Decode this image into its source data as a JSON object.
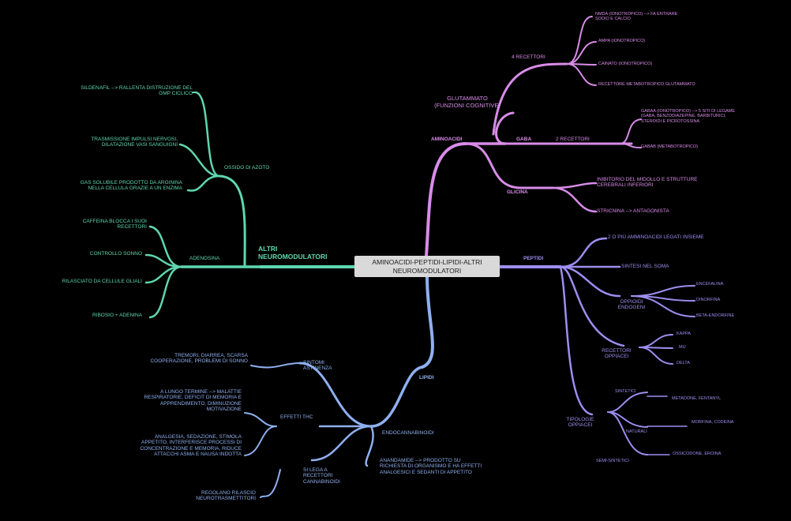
{
  "central": {
    "line1": "AMINOACIDI-PEPTIDI-LIPIDI-ALTRI",
    "line2": "NEUROMODULATORI"
  },
  "colors": {
    "green": "#5fd6b0",
    "pink": "#d88ce8",
    "purple": "#9d8ef0",
    "blue": "#8fb0f0",
    "background": "#000000"
  },
  "altri": {
    "title1": "ALTRI",
    "title2": "NEUROMODULATORI",
    "ossido": "OSSIDO DI AZOTO",
    "sildenafil1": "SILDENAFIL --> RALLENTA DISTRUZIONE DEL",
    "sildenafil2": "GMP CICLICO",
    "trasmissione1": "TRASMISSIONE IMPULSI NERVOSI,",
    "trasmissione2": "DILATAZIONE VASI SANGUIGNI",
    "gas1": "GAS SOLUBILE PRODOTTO DA ARGININA",
    "gas2": "NELLA CELLULA GRAZIE A UN ENZIMA",
    "adenosina": "ADENOSINA",
    "caffeina1": "CAFFEINA BLOCCA I SUOI",
    "caffeina2": "RECETTORI",
    "sonno": "CONTROLLO SONNO",
    "rilasciato": "RILASCIATO DA CELLULE GLIALI",
    "ribosio": "RIBOSIO + ADENINA"
  },
  "aminoacidi": {
    "title": "AMINOACIDI",
    "glutammato1": "GLUTAMMATO",
    "glutammato2": "(FUNZIONI COGNITIVE)",
    "recettori4": "4 RECETTORI",
    "nmda1": "NMDA (IONOTROPICO) --> FA ENTRARE",
    "nmda2": "SODIO E CALCIO",
    "ampa": "AMPA (IONOTROPICO)",
    "cainato": "CAINATO (IONOTROPICO)",
    "metabotropico": "RECETTORE METABOTROPICO GLUTAMMATO",
    "gaba": "GABA",
    "recettori2": "2 RECETTORI",
    "gabaa1": "GABAa (IONOTROPICO) --> 5 SITI DI LEGAME",
    "gabaa2": "(GABA, BENZODIAZEPINE, BARBITURICI,",
    "gabaa3": "STEROIDI E PICROTOSSINA",
    "gabab": "GABAb (METABOTROPICO)",
    "glicina": "GLICINA",
    "inibitorio1": "INIBITORIO DEL MIDOLLO E STRUTTURE",
    "inibitorio2": "CEREBRALI INFERIORI",
    "stricnina": "STRICNINA --> ANTAGONISTA"
  },
  "peptidi": {
    "title": "PEPTIDI",
    "aminoacidi": "2 O PIÙ AMMINOACIDI LEGATI INSIEME",
    "sintesi": "SINTESI NEL SOMA",
    "oppioidi1": "OPPIOIDI",
    "oppioidi2": "ENDOGENI",
    "encefalina": "ENCEFALINA",
    "dinorfina": "DINORFINA",
    "beta": "BETA-ENDORFINE",
    "recettori1": "RECETTORI",
    "recettori2": "OPPIACEI",
    "kappa": "KAPPA",
    "mu": "MU",
    "delta": "DELTA",
    "tipologie1": "TIPOLOGIE",
    "tipologie2": "OPPIACEI",
    "sintetici": "SINTETICI",
    "metadone": "METADONE, FENTANYL",
    "naturali": "NATURALI",
    "morfina": "MORFINA, CODEINA",
    "semi": "SEMI-SINTETICI",
    "ossicodone": "OSSICODONE, EROINA"
  },
  "lipidi": {
    "title": "LIPIDI",
    "endocannabinoidi": "ENDOCANNABINOIDI",
    "sintomi1": "SINTOMI",
    "sintomi2": "ASTINENZA",
    "tremori1": "TREMORI, DIARREA, SCARSA",
    "tremori2": "COOPERAZIONE, PROBLEMI DI SONNO",
    "effetti": "EFFETTI THC",
    "lungo1": "A LUNGO TERMINE --> MALATTIE",
    "lungo2": "RESPIRATORIE, DEFICIT DI MEMORIA E",
    "lungo3": "APPRENDIMENTO, DIMINUZIONE",
    "lungo4": "MOTIVAZIONE",
    "analgesia1": "ANALGESIA, SEDAZIONE, STIMOLA",
    "analgesia2": "APPETITO, INTERFERISCE PROCESSI DI",
    "analgesia3": "CONCENTRAZIONE E MEMORIA, RIDUCE",
    "analgesia4": "ATTACCHI ASMA E NAUSA INDOTTA",
    "silega1": "SI LEGA A",
    "silega2": "RECETTORI",
    "silega3": "CANNABINOIDI",
    "regolano1": "REGOLANO RILASCIO",
    "regolano2": "NEUROTRASMETTITORI",
    "anandamide1": "ANANDAMIDE --> PRODOTTO SU",
    "anandamide2": "RICHIESTA DI ORGANISMO E HA EFFETTI",
    "anandamide3": "ANALGESICI E SEDANTI DI APPETITO"
  }
}
